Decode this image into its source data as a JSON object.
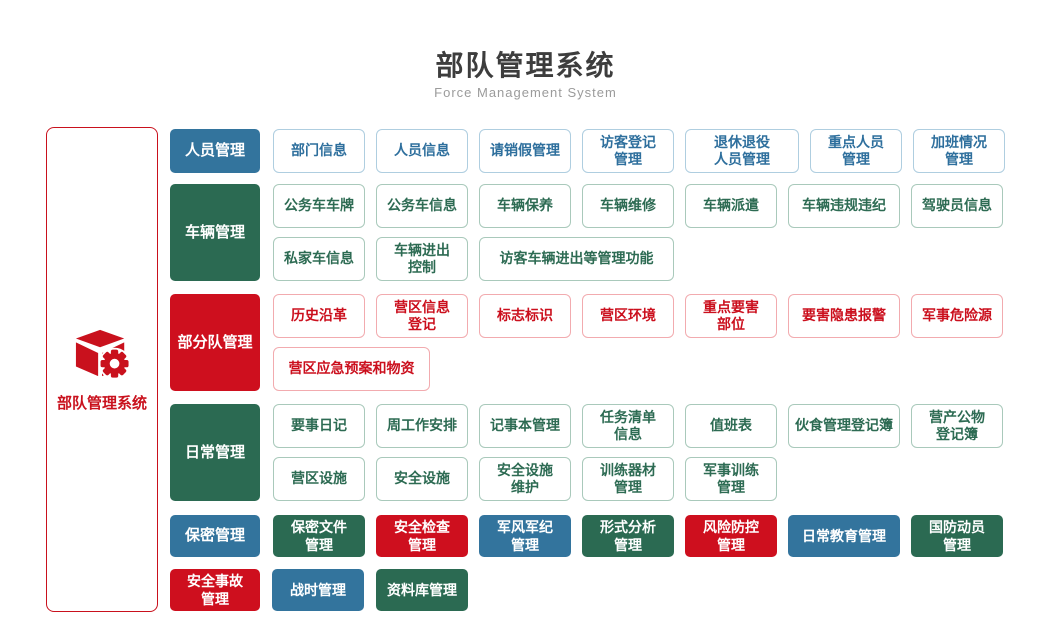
{
  "title": "部队管理系统",
  "subtitle": "Force Management System",
  "palette": {
    "blue": "#33749D",
    "green": "#2B6A52",
    "red": "#CE0F1E",
    "outline_blue_border": "#AFCEE0",
    "outline_green_border": "#A9C9BB",
    "outline_red_border": "#F2ABAF",
    "title_color": "#3D3D3D",
    "subtitle_color": "#9B9B9B"
  },
  "left_panel": {
    "label": "部队管理系统",
    "icon": "cube-gear-icon"
  },
  "rows": [
    {
      "header": {
        "label": "人员管理",
        "color": "blue"
      },
      "lines": [
        [
          {
            "label": "部门信息"
          },
          {
            "label": "人员信息"
          },
          {
            "label": "请销假管理"
          },
          {
            "label": "访客登记\n管理"
          },
          {
            "label": "退休退役\n人员管理"
          },
          {
            "label": "重点人员\n管理"
          },
          {
            "label": "加班情况\n管理"
          }
        ]
      ]
    },
    {
      "header": {
        "label": "车辆管理",
        "color": "green"
      },
      "lines": [
        [
          {
            "label": "公务车车牌"
          },
          {
            "label": "公务车信息"
          },
          {
            "label": "车辆保养"
          },
          {
            "label": "车辆维修"
          },
          {
            "label": "车辆派遣"
          },
          {
            "label": "车辆违规违纪"
          },
          {
            "label": "驾驶员信息"
          }
        ],
        [
          {
            "label": "私家车信息"
          },
          {
            "label": "车辆进出\n控制"
          },
          {
            "label": "访客车辆进出等管理功能"
          }
        ]
      ]
    },
    {
      "header": {
        "label": "部分队管理",
        "color": "red"
      },
      "lines": [
        [
          {
            "label": "历史沿革"
          },
          {
            "label": "营区信息\n登记"
          },
          {
            "label": "标志标识"
          },
          {
            "label": "营区环境"
          },
          {
            "label": "重点要害\n部位"
          },
          {
            "label": "要害隐患报警"
          },
          {
            "label": "军事危险源"
          }
        ],
        [
          {
            "label": "营区应急预案和物资"
          }
        ]
      ]
    },
    {
      "header": {
        "label": "日常管理",
        "color": "green"
      },
      "lines": [
        [
          {
            "label": "要事日记"
          },
          {
            "label": "周工作安排"
          },
          {
            "label": "记事本管理"
          },
          {
            "label": "任务清单\n信息"
          },
          {
            "label": "值班表"
          },
          {
            "label": "伙食管理登记簿"
          },
          {
            "label": "营产公物\n登记簿"
          }
        ],
        [
          {
            "label": "营区设施"
          },
          {
            "label": "安全设施"
          },
          {
            "label": "安全设施\n维护"
          },
          {
            "label": "训练器材\n管理"
          },
          {
            "label": "军事训练\n管理"
          }
        ]
      ]
    },
    {
      "header": {
        "label": "保密管理",
        "color": "blue"
      },
      "items": [
        {
          "label": "保密文件\n管理",
          "color": "green"
        },
        {
          "label": "安全检查\n管理",
          "color": "red"
        },
        {
          "label": "军风军纪\n管理",
          "color": "blue"
        },
        {
          "label": "形式分析\n管理",
          "color": "green"
        },
        {
          "label": "风险防控\n管理",
          "color": "red"
        },
        {
          "label": "日常教育管理",
          "color": "blue"
        },
        {
          "label": "国防动员\n管理",
          "color": "green"
        }
      ]
    },
    {
      "items": [
        {
          "label": "安全事故\n管理",
          "color": "red"
        },
        {
          "label": "战时管理",
          "color": "blue"
        },
        {
          "label": "资料库管理",
          "color": "green"
        }
      ]
    }
  ]
}
